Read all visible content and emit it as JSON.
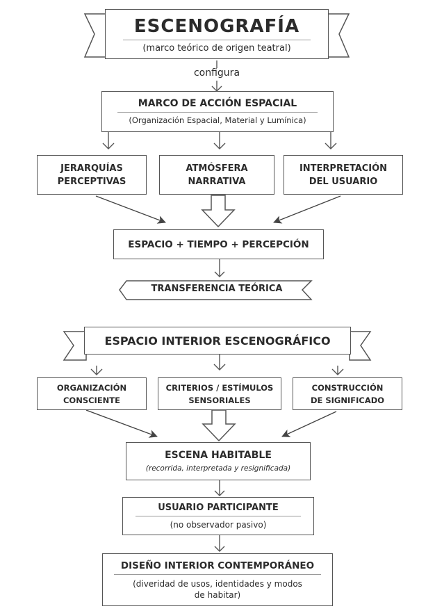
{
  "title": {
    "main": "ESCENOGRAFÍA",
    "sub": "(marco teórico de origen teatral)"
  },
  "connector": "configura",
  "frame": {
    "title": "MARCO DE ACCIÓN ESPACIAL",
    "sub": "(Organización Espacial, Material y Lumínica)"
  },
  "row1": [
    {
      "line1": "JERARQUÍAS",
      "line2": "PERCEPTIVAS"
    },
    {
      "line1": "ATMÓSFERA",
      "line2": "NARRATIVA"
    },
    {
      "line1": "INTERPRETACIÓN",
      "line2": "DEL USUARIO"
    }
  ],
  "synthesis": "ESPACIO + TIEMPO + PERCEPCIÓN",
  "transfer": "TRANSFERENCIA TEÓRICA",
  "interior": {
    "title": "ESPACIO INTERIOR ESCENOGRÁFICO"
  },
  "row2": [
    {
      "line1": "ORGANIZACIÓN",
      "line2": "CONSCIENTE"
    },
    {
      "line1": "CRITERIOS / ESTÍMULOS",
      "line2": "SENSORIALES"
    },
    {
      "line1": "CONSTRUCCIÓN",
      "line2": "DE SIGNIFICADO"
    }
  ],
  "scene": {
    "title": "ESCENA HABITABLE",
    "sub": "(recorrida, interpretada y resignificada)"
  },
  "user": {
    "title": "USUARIO PARTICIPANTE",
    "sub": "(no observador pasivo)"
  },
  "design": {
    "title": "DISEÑO INTERIOR CONTEMPORÁNEO",
    "sub1": "(diveridad de usos, identidades y modos",
    "sub2": "de habitar)"
  }
}
